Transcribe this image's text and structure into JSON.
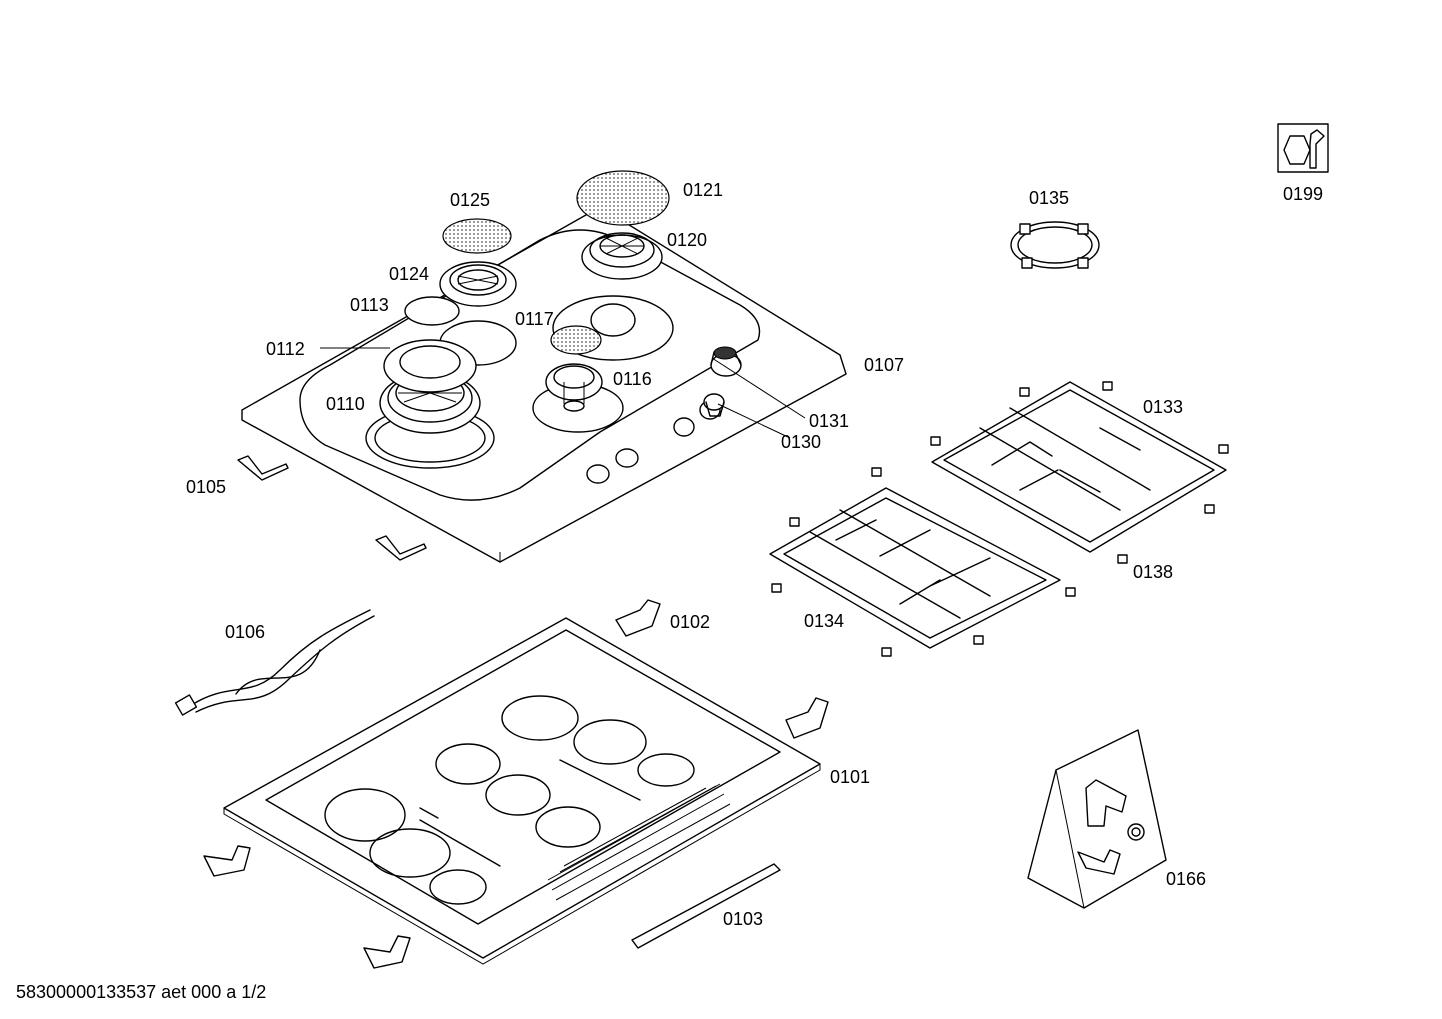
{
  "labels": {
    "p0101": "0101",
    "p0102": "0102",
    "p0103": "0103",
    "p0105": "0105",
    "p0106": "0106",
    "p0107": "0107",
    "p0110": "0110",
    "p0112": "0112",
    "p0113": "0113",
    "p0116": "0116",
    "p0117": "0117",
    "p0120": "0120",
    "p0121": "0121",
    "p0124": "0124",
    "p0125": "0125",
    "p0130": "0130",
    "p0131": "0131",
    "p0133": "0133",
    "p0134": "0134",
    "p0135": "0135",
    "p0138": "0138",
    "p0166": "0166",
    "p0199": "0199"
  },
  "footer": "58300000133537 aet 000 a 1/2",
  "icons": {
    "tool": "wrench-nut-icon"
  }
}
